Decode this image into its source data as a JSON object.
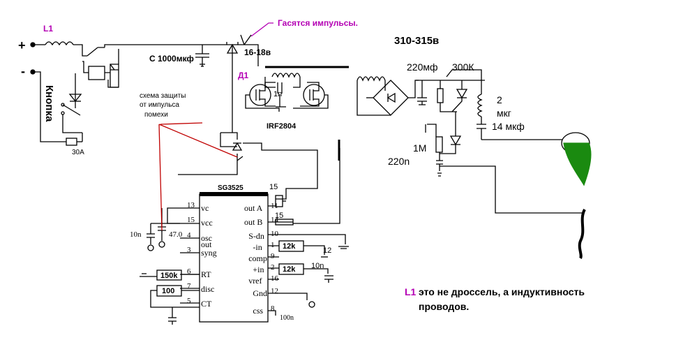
{
  "labels": {
    "l1": "L1",
    "pulse_note": "Гасятся импульсы.",
    "cap_main": "С 1000мкф",
    "zener_v": "16-18в",
    "d1": "Д1",
    "v_out": "310-315в",
    "cap_220": "220мф",
    "r_300k": "300К",
    "n2": "2",
    "mkg": "мкг",
    "cap_14": "14 мкф",
    "r_1m": "1М",
    "cap_220n": "220n",
    "button": "Кнопка",
    "fuse": "30А",
    "prot_line1": "схема защиты",
    "prot_line2": "от импульса",
    "prot_line3": "помехи",
    "cap_1n": "1n",
    "mosfet": "IRF2804",
    "ic_name": "SG3525",
    "r_15a": "15",
    "r_15b": "15",
    "cap_10n_left": "10n",
    "cap_47": "47.0",
    "r_150k": "150k",
    "r_100": "100",
    "r_12k_a": "12k",
    "r_12k_b": "12k",
    "pin12_gnd": "12",
    "cap_10n_right": "10n",
    "cap_100n": "100n",
    "note_l1": "L1",
    "note_line1": "это не дроссель, а индуктивность",
    "note_line2": "проводов.",
    "plus": "+",
    "minus": "-"
  },
  "ic": {
    "left_pins": [
      {
        "num": "13",
        "name": "vc"
      },
      {
        "num": "15",
        "name": "vcc"
      },
      {
        "num": "4",
        "name": "osc"
      },
      {
        "num": "3",
        "name": "syng"
      },
      {
        "num": "6",
        "name": "RT"
      },
      {
        "num": "7",
        "name": "disc"
      },
      {
        "num": "5",
        "name": "CT"
      }
    ],
    "osc_out": "out",
    "right_pins": [
      {
        "num": "11",
        "name": "out A"
      },
      {
        "num": "14",
        "name": "out B"
      },
      {
        "num": "10",
        "name": "S-dn"
      },
      {
        "num": "1",
        "name": "-in"
      },
      {
        "num": "9",
        "name": "comp"
      },
      {
        "num": "2",
        "name": "+in"
      },
      {
        "num": "16",
        "name": "vref"
      },
      {
        "num": "12",
        "name": "Gnd"
      },
      {
        "num": "8",
        "name": "css"
      }
    ]
  },
  "colors": {
    "wire": "#000000",
    "magenta": "#b400b4",
    "red": "#c00000",
    "lamp_green": "#1a8a10"
  }
}
